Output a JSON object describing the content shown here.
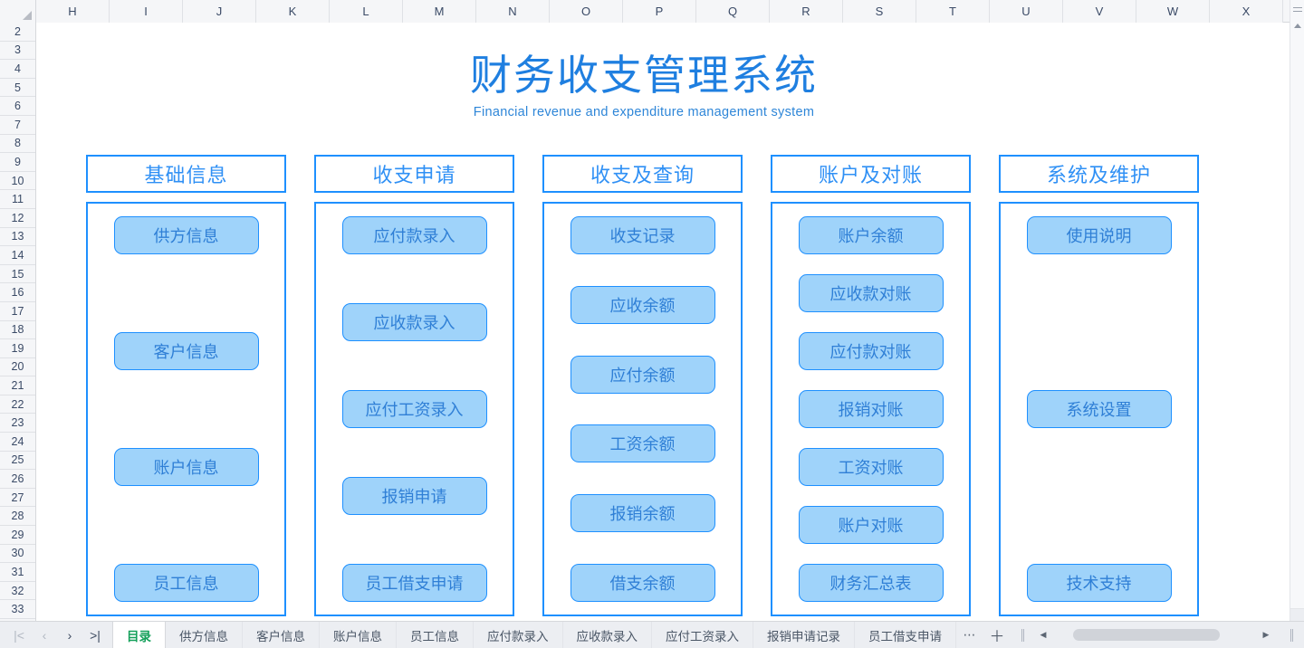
{
  "grid": {
    "columns": [
      "H",
      "I",
      "J",
      "K",
      "L",
      "M",
      "N",
      "O",
      "P",
      "Q",
      "R",
      "S",
      "T",
      "U",
      "V",
      "W",
      "X"
    ],
    "rows": [
      2,
      3,
      4,
      5,
      6,
      7,
      8,
      9,
      10,
      11,
      12,
      13,
      14,
      15,
      16,
      17,
      18,
      19,
      20,
      21,
      22,
      23,
      24,
      25,
      26,
      27,
      28,
      29,
      30,
      31,
      32,
      33
    ]
  },
  "title": {
    "main": "财务收支管理系统",
    "sub": "Financial revenue and expenditure management system"
  },
  "colors": {
    "title_blue": "#1f7fe0",
    "border_blue": "#1e90ff",
    "button_fill": "#9fd3fa",
    "button_text": "#2f7fd6",
    "active_tab_green": "#14a05a"
  },
  "categories": [
    {
      "header": "基础信息",
      "layout": "spread",
      "buttons": [
        "供方信息",
        "客户信息",
        "账户信息",
        "员工信息"
      ]
    },
    {
      "header": "收支申请",
      "layout": "spread",
      "buttons": [
        "应付款录入",
        "应收款录入",
        "应付工资录入",
        "报销申请",
        "员工借支申请"
      ]
    },
    {
      "header": "收支及查询",
      "layout": "spread",
      "buttons": [
        "收支记录",
        "应收余额",
        "应付余额",
        "工资余额",
        "报销余额",
        "借支余额"
      ]
    },
    {
      "header": "账户及对账",
      "layout": "spread",
      "buttons": [
        "账户余额",
        "应收款对账",
        "应付款对账",
        "报销对账",
        "工资对账",
        "账户对账",
        "财务汇总表"
      ]
    },
    {
      "header": "系统及维护",
      "layout": "spread",
      "buttons": [
        "使用说明",
        "系统设置",
        "技术支持"
      ]
    }
  ],
  "sheet_bar": {
    "nav": {
      "first": "|<",
      "prev": "‹",
      "next": "›",
      "last": ">|"
    },
    "tabs": [
      {
        "label": "目录",
        "active": true
      },
      {
        "label": "供方信息",
        "active": false
      },
      {
        "label": "客户信息",
        "active": false
      },
      {
        "label": "账户信息",
        "active": false
      },
      {
        "label": "员工信息",
        "active": false
      },
      {
        "label": "应付款录入",
        "active": false
      },
      {
        "label": "应收款录入",
        "active": false
      },
      {
        "label": "应付工资录入",
        "active": false
      },
      {
        "label": "报销申请记录",
        "active": false
      },
      {
        "label": "员工借支申请",
        "active": false
      }
    ],
    "more_label": "⋯",
    "add_label": "＋"
  }
}
